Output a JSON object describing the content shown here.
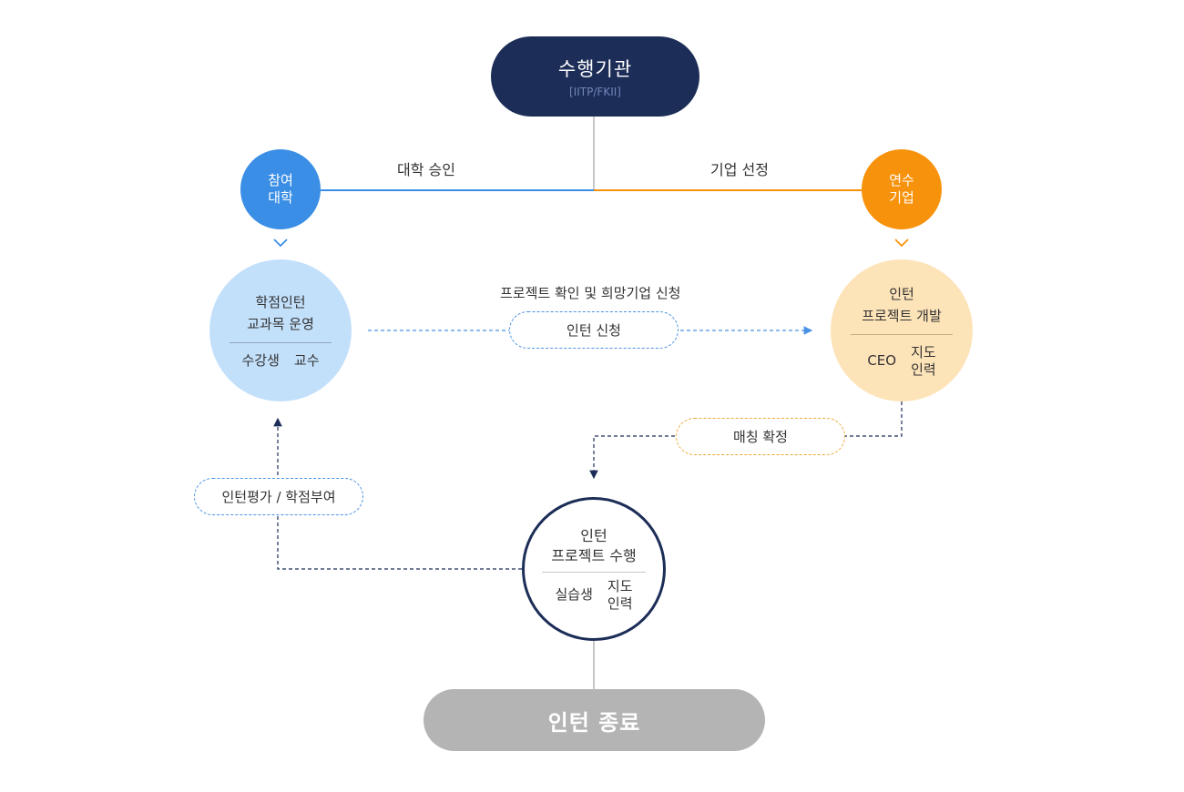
{
  "top_node": {
    "title": "수행기관",
    "subtitle": "[IITP/FKII]"
  },
  "left_node": {
    "label_line1": "참여",
    "label_line2": "대학"
  },
  "right_node": {
    "label_line1": "연수",
    "label_line2": "기업"
  },
  "edge_labels": {
    "university_approval": "대학 승인",
    "company_selection": "기업 선정",
    "project_confirm": "프로젝트 확인 및 희망기업 신청"
  },
  "credit_node": {
    "line1": "학점인턴",
    "line2": "교과목 운영",
    "sub_left": "수강생",
    "sub_right": "교수"
  },
  "project_node": {
    "line1": "인턴",
    "line2": "프로젝트 개발",
    "sub_left": "CEO",
    "sub_right_line1": "지도",
    "sub_right_line2": "인력"
  },
  "run_node": {
    "line1": "인턴",
    "line2": "프로젝트 수행",
    "sub_left": "실습생",
    "sub_right_line1": "지도",
    "sub_right_line2": "인력"
  },
  "pills": {
    "apply": "인턴 신청",
    "match": "매칭 확정",
    "evaluate": "인턴평가 / 학점부여"
  },
  "end_node": {
    "label": "인턴 종료"
  },
  "colors": {
    "navy": "#1c2d57",
    "blue": "#3a8ee6",
    "orange": "#f7920c",
    "light_blue": "#c3e0fb",
    "light_orange": "#fde3b8",
    "gray": "#b4b4b4"
  }
}
